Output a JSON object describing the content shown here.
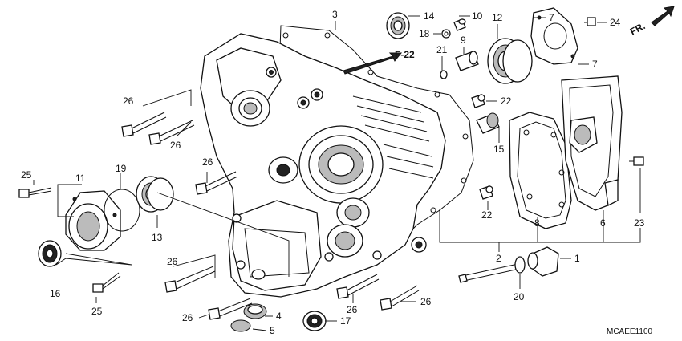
{
  "diagram": {
    "front_marker": "FR.",
    "reference_tag": "F-22",
    "catalog_code": "MCAEE1100",
    "callouts": [
      {
        "id": "c3",
        "text": "3"
      },
      {
        "id": "c14",
        "text": "14"
      },
      {
        "id": "c10",
        "text": "10"
      },
      {
        "id": "c18",
        "text": "18"
      },
      {
        "id": "c12",
        "text": "12"
      },
      {
        "id": "c7a",
        "text": "7"
      },
      {
        "id": "c7b",
        "text": "7"
      },
      {
        "id": "c24",
        "text": "24"
      },
      {
        "id": "c9",
        "text": "9"
      },
      {
        "id": "c21",
        "text": "21"
      },
      {
        "id": "c22a",
        "text": "22"
      },
      {
        "id": "c22b",
        "text": "22"
      },
      {
        "id": "c15",
        "text": "15"
      },
      {
        "id": "c26a",
        "text": "26"
      },
      {
        "id": "c26b",
        "text": "26"
      },
      {
        "id": "c26c",
        "text": "26"
      },
      {
        "id": "c26d",
        "text": "26"
      },
      {
        "id": "c26e",
        "text": "26"
      },
      {
        "id": "c26f",
        "text": "26"
      },
      {
        "id": "c26g",
        "text": "26"
      },
      {
        "id": "c25a",
        "text": "25"
      },
      {
        "id": "c25b",
        "text": "25"
      },
      {
        "id": "c11",
        "text": "11"
      },
      {
        "id": "c19",
        "text": "19"
      },
      {
        "id": "c13",
        "text": "13"
      },
      {
        "id": "c16",
        "text": "16"
      },
      {
        "id": "c8",
        "text": "8"
      },
      {
        "id": "c6",
        "text": "6"
      },
      {
        "id": "c23",
        "text": "23"
      },
      {
        "id": "c2",
        "text": "2"
      },
      {
        "id": "c1",
        "text": "1"
      },
      {
        "id": "c20",
        "text": "20"
      },
      {
        "id": "c4",
        "text": "4"
      },
      {
        "id": "c5",
        "text": "5"
      },
      {
        "id": "c17",
        "text": "17"
      }
    ]
  }
}
